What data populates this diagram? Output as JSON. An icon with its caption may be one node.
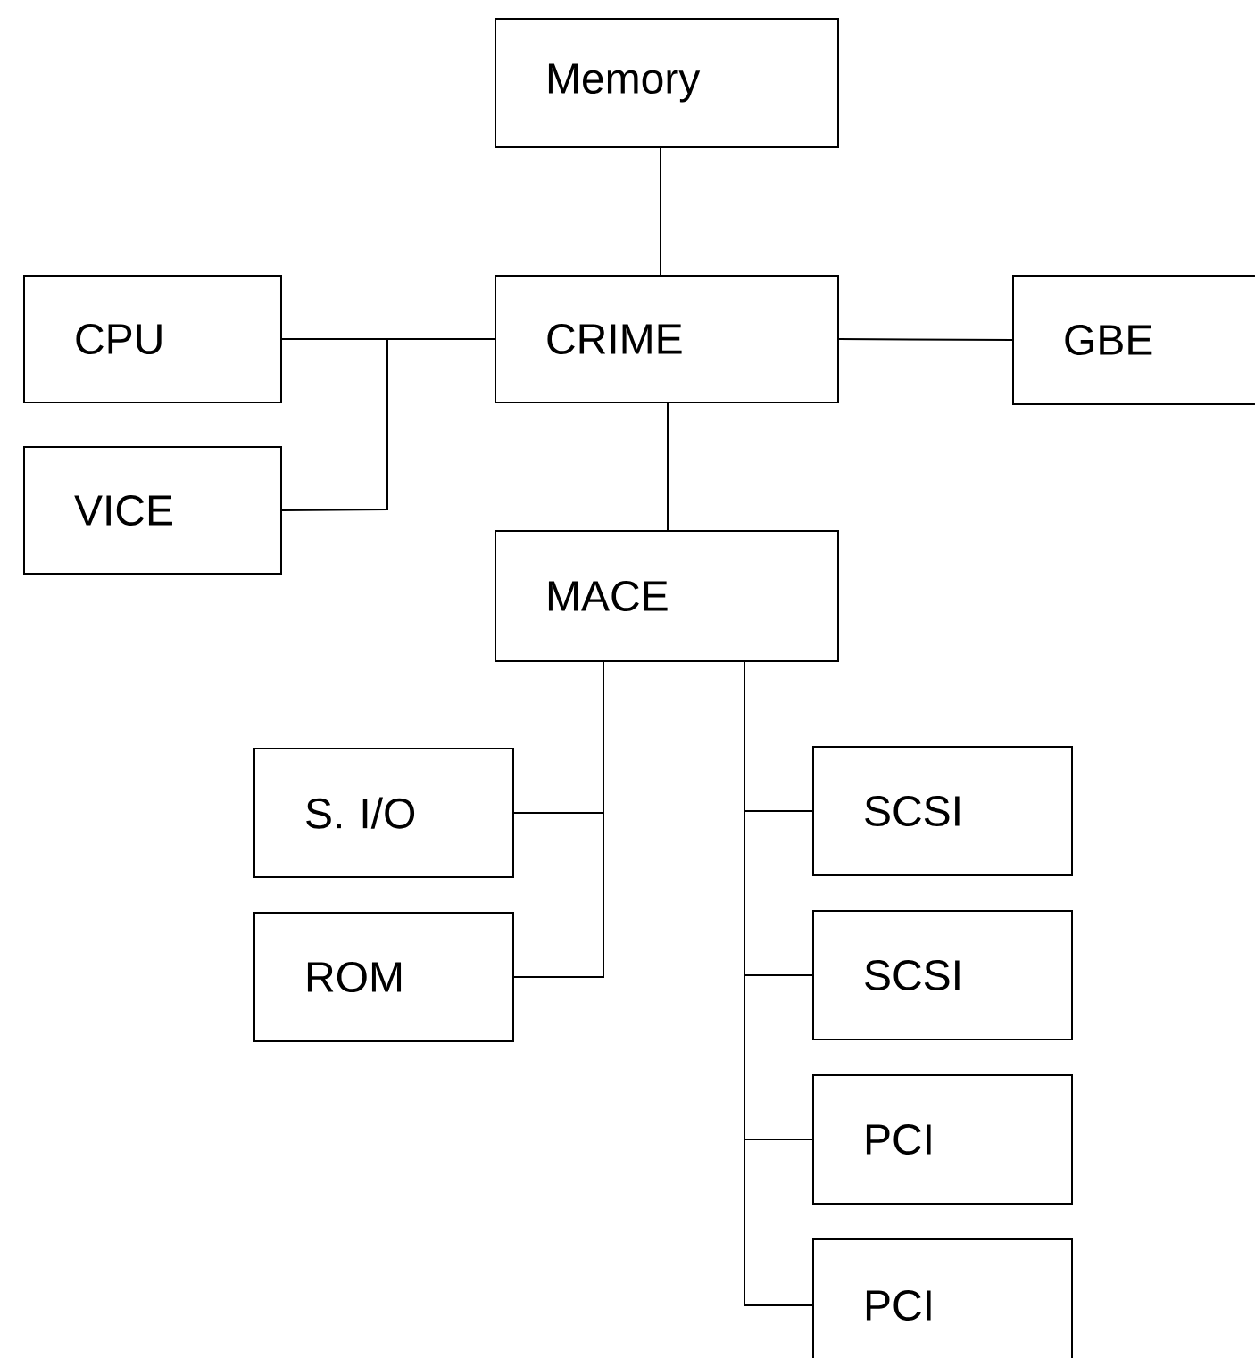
{
  "diagram": {
    "nodes": [
      {
        "text": [
          "Memory"
        ]
      },
      {
        "text": [
          "CPU"
        ]
      },
      {
        "text": [
          "CRIME"
        ]
      },
      {
        "text": [
          "GBE"
        ]
      },
      {
        "text": [
          "VICE"
        ]
      },
      {
        "text": [
          "MACE"
        ]
      },
      {
        "text": [
          "S. I/O"
        ]
      },
      {
        "text": [
          "ROM"
        ]
      },
      {
        "text": [
          "SCSI"
        ]
      },
      {
        "text": [
          "SCSI"
        ]
      },
      {
        "text": [
          "PCI"
        ]
      },
      {
        "text": [
          "PCI"
        ]
      }
    ],
    "edges": [
      {
        "from": 0,
        "to": 2,
        "arrow": "none"
      },
      {
        "from": 1,
        "to": 2,
        "arrow": "none"
      },
      {
        "from": 4,
        "to": 2,
        "arrow": "none"
      },
      {
        "from": 2,
        "to": 3,
        "arrow": "none"
      },
      {
        "from": 2,
        "to": 5,
        "arrow": "none"
      },
      {
        "from": 5,
        "to": 6,
        "arrow": "none"
      },
      {
        "from": 5,
        "to": 7,
        "arrow": "none"
      },
      {
        "from": 5,
        "to": 8,
        "arrow": "none"
      },
      {
        "from": 5,
        "to": 9,
        "arrow": "none"
      },
      {
        "from": 5,
        "to": 10,
        "arrow": "none"
      },
      {
        "from": 5,
        "to": 11,
        "arrow": "none"
      }
    ]
  }
}
